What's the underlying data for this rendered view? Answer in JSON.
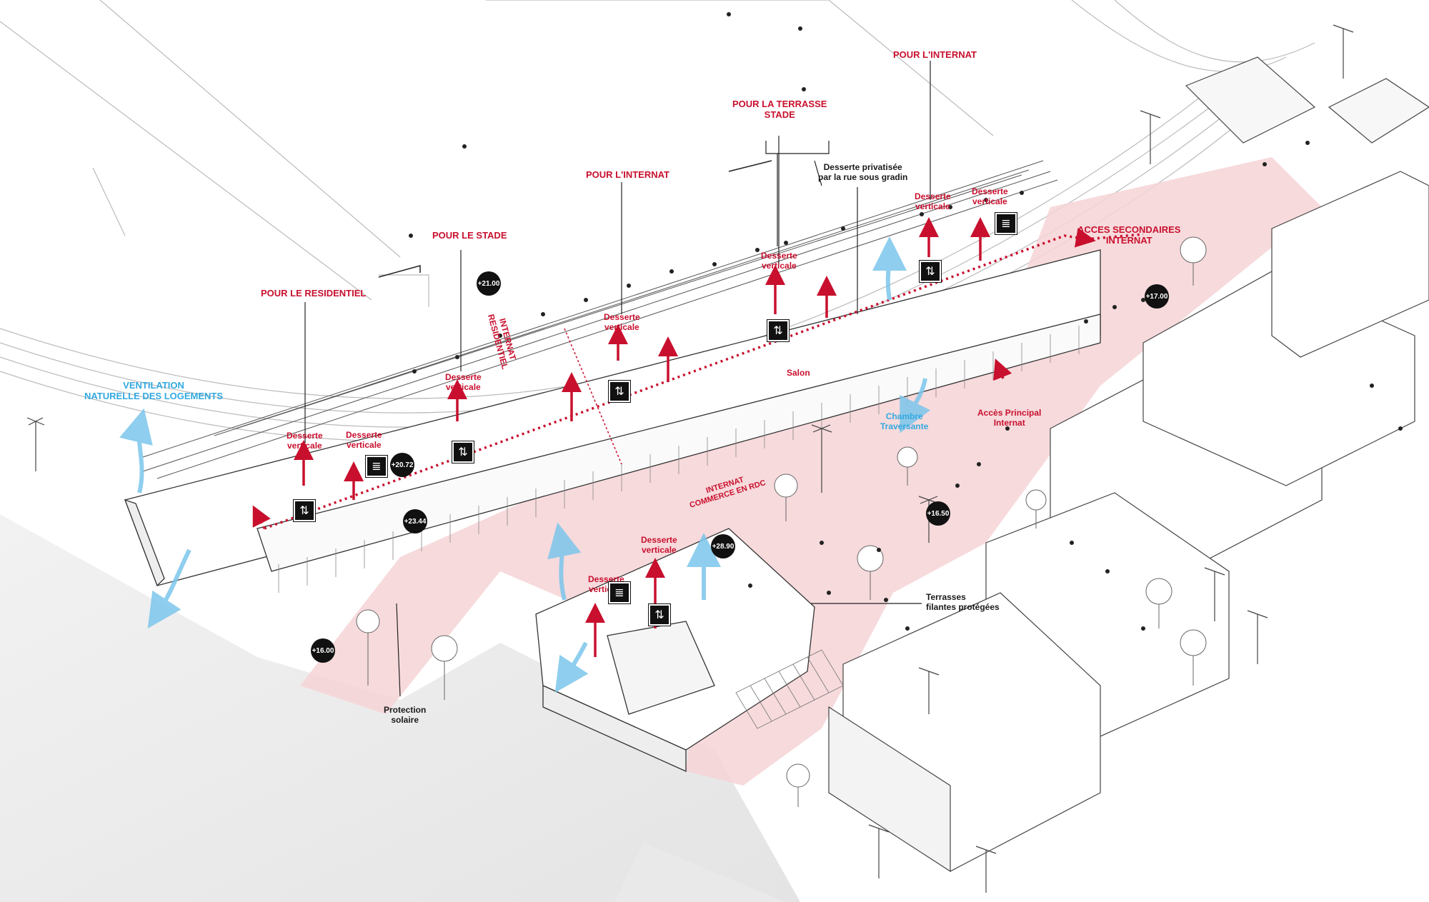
{
  "labels": {
    "pour_internat_top": "POUR L'INTERNAT",
    "pour_terrasse_1": "POUR LA TERRASSE",
    "pour_terrasse_2": "STADE",
    "pour_internat_mid": "POUR L'INTERNAT",
    "pour_stade": "POUR LE STADE",
    "pour_residentiel": "POUR LE RESIDENTIEL",
    "desserte_privatisee_1": "Desserte privatisée",
    "desserte_privatisee_2": "par la rue sous gradin",
    "acces_secondaires_1": "ACCES SECONDAIRES",
    "acces_secondaires_2": "INTERNAT",
    "internat_1": "INTERNAT",
    "internat_2": "RESIDENTIEL",
    "internat_commerce_1": "INTERNAT",
    "internat_commerce_2": "COMMERCE EN RDC",
    "ventilation_1": "VENTILATION",
    "ventilation_2": "NATURELLE DES LOGEMENTS",
    "desserte": "Desserte",
    "verticale": "verticale",
    "salon": "Salon",
    "chambre_1": "Chambre",
    "chambre_2": "Traversante",
    "acces_principal_1": "Accès Principal",
    "acces_principal_2": "Internat",
    "terrasses_1": "Terrasses",
    "terrasses_2": "filantes protégées",
    "protection_1": "Protection",
    "protection_2": "solaire"
  },
  "levels": {
    "l2100": "+21.00",
    "l2072": "+20.72",
    "l2344": "+23.44",
    "l1700": "+17.00",
    "l1650": "+16.50",
    "l2890": "+28.90",
    "l1600": "+16.00"
  },
  "icons": {
    "stairs": "stairs-icon",
    "elevator": "elevator-icon"
  },
  "colors": {
    "accent_red": "#c8102e",
    "ventilation_blue": "#33a9e0",
    "plaza_pink": "#f6d3d6"
  }
}
